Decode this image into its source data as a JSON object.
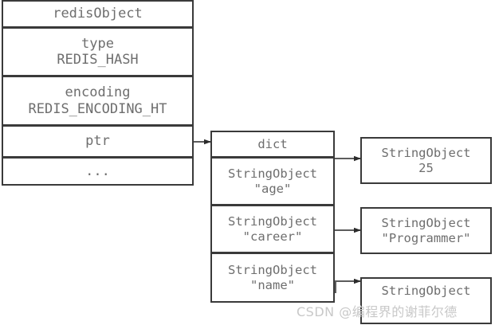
{
  "diagram": {
    "title": "redisObject hash encoding diagram",
    "colors": {
      "background": "#ffffff",
      "border": "#3a3a3a",
      "text": "#6e6e6e",
      "watermark": "#c8c8c8"
    }
  },
  "redis_object": {
    "header": "redisObject",
    "rows": [
      {
        "field": "type",
        "value": "REDIS_HASH"
      },
      {
        "field": "encoding",
        "value": "REDIS_ENCODING_HT"
      },
      {
        "field": "ptr",
        "value": ""
      },
      {
        "field": "...",
        "value": ""
      }
    ]
  },
  "dict": {
    "header": "dict",
    "entries": [
      {
        "type": "StringObject",
        "key": "\"age\""
      },
      {
        "type": "StringObject",
        "key": "\"career\""
      },
      {
        "type": "StringObject",
        "key": "\"name\""
      }
    ]
  },
  "values": [
    {
      "type": "StringObject",
      "value": "25"
    },
    {
      "type": "StringObject",
      "value": "\"Programmer\""
    },
    {
      "type": "StringObject",
      "value": ""
    }
  ],
  "watermark": "CSDN @编程界的谢菲尔德"
}
